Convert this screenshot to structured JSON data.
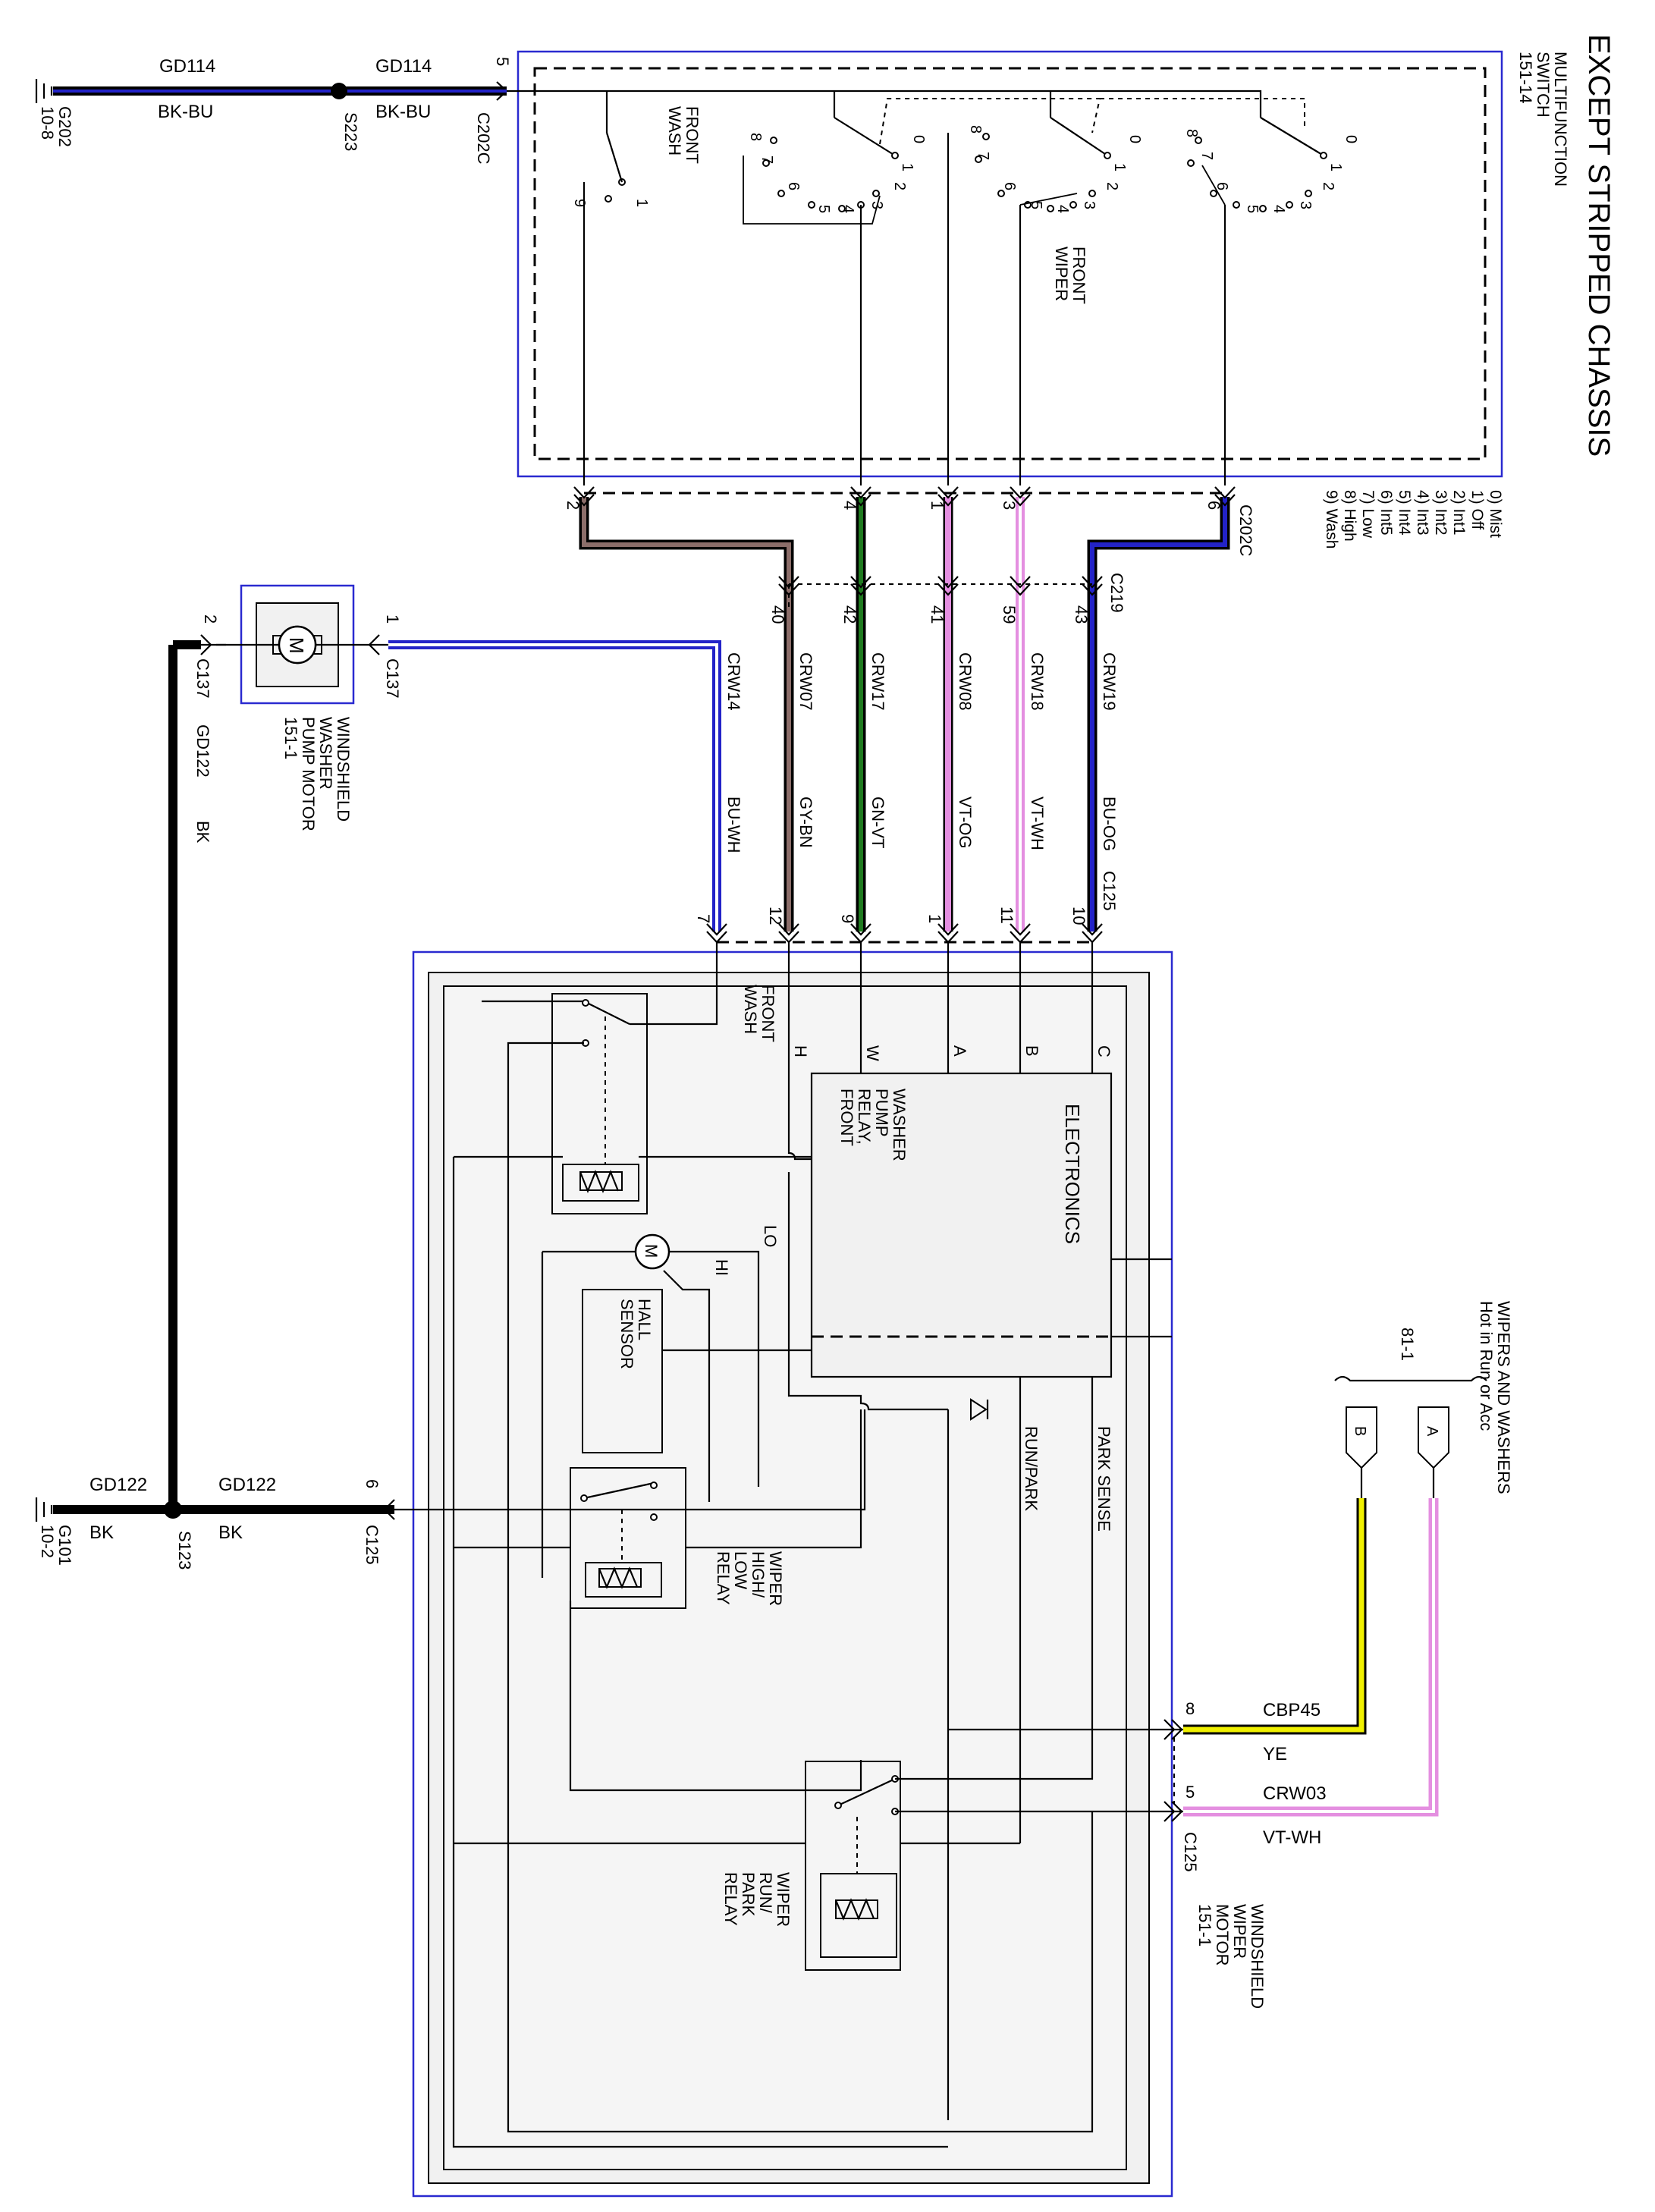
{
  "title": "EXCEPT STRIPPED CHASSIS",
  "multifunction_switch": {
    "name_lines": [
      "MULTIFUNCTION",
      "SWITCH",
      "151-14"
    ],
    "legend": [
      "0) Mist",
      "1) Off",
      "2) Int1",
      "3) Int2",
      "4) Int3",
      "5) Int4",
      "6) Int5",
      "7) Low",
      "8) High",
      "9) Wash"
    ],
    "front_wash": [
      "FRONT",
      "WASH"
    ],
    "front_wiper": [
      "FRONT",
      "WIPER"
    ],
    "connector": "C202C",
    "ground_pin": "5"
  },
  "ground_top": {
    "ground": "G202",
    "ground_ref": "10-8",
    "splice": "S223",
    "circuit_left": "GD114",
    "color_left": "BK-BU",
    "circuit_right": "GD114",
    "color_right": "BK-BU"
  },
  "inline_connector": "C219",
  "wires": [
    {
      "c202c_pin": "2",
      "c219_pin": "40",
      "circuit": "CRW07",
      "color": "GY-BN",
      "c125_pin": "12",
      "fill": "#8c6e6a"
    },
    {
      "c202c_pin": "4",
      "c219_pin": "42",
      "circuit": "CRW17",
      "color": "GN-VT",
      "c125_pin": "9",
      "fill": "#1f7a1f"
    },
    {
      "c202c_pin": "1",
      "c219_pin": "41",
      "circuit": "CRW08",
      "color": "VT-OG",
      "c125_pin": "1",
      "fill": "#e48fe0"
    },
    {
      "c202c_pin": "3",
      "c219_pin": "59",
      "circuit": "CRW18",
      "color": "VT-WH",
      "c125_pin": "11",
      "fill": "#e48fe0"
    },
    {
      "c202c_pin": "6",
      "c219_pin": "43",
      "circuit": "CRW19",
      "color": "BU-OG",
      "c125_pin": "10",
      "fill": "#2323c8"
    }
  ],
  "washer_wire": {
    "circuit": "CRW14",
    "color": "BU-WH",
    "c125_pin": "7",
    "fill": "#2323c8"
  },
  "pump_motor": {
    "name_lines": [
      "WINDSHIELD",
      "WASHER",
      "PUMP MOTOR",
      "151-1"
    ],
    "connector": "C137",
    "pin_left": "2",
    "pin_right": "1",
    "symbol": "M",
    "ground_circuit": "GD122",
    "ground_color": "BK"
  },
  "ground_bottom": {
    "ground": "G101",
    "ground_ref": "10-2",
    "splice": "S123",
    "circuit_left": "GD122",
    "color_left": "BK",
    "circuit_right": "GD122",
    "color_right": "BK",
    "connector": "C125",
    "pin": "6"
  },
  "wiper_motor": {
    "connector": "C125",
    "name_lines": [
      "WINDSHIELD",
      "WIPER",
      "MOTOR",
      "151-1"
    ],
    "electronics": "ELECTRONICS",
    "washer_relay": [
      "WASHER",
      "PUMP",
      "RELAY,",
      "FRONT"
    ],
    "front_wash": [
      "FRONT",
      "WASH"
    ],
    "terminals": [
      "H",
      "W",
      "A",
      "B",
      "C"
    ],
    "motor_symbol": "M",
    "lo": "LO",
    "hi": "HI",
    "hall_sensor": [
      "HALL",
      "SENSOR"
    ],
    "high_low_relay": [
      "WIPER",
      "HIGH/",
      "LOW",
      "RELAY"
    ],
    "run_park_relay": [
      "WIPER",
      "RUN/",
      "PARK",
      "RELAY"
    ],
    "run_park": "RUN/PARK",
    "park_sense": "PARK SENSE"
  },
  "power": {
    "title_lines": [
      "WIPERS AND WASHERS",
      "Hot in Run or Acc"
    ],
    "ref": "81-1",
    "pin_a": "A",
    "pin_b": "B",
    "wire_b": {
      "c125_pin": "8",
      "circuit": "CBP45",
      "color": "YE",
      "fill": "#f0f000"
    },
    "wire_a": {
      "c125_pin": "5",
      "circuit": "CRW03",
      "color": "VT-WH",
      "fill": "#e48fe0"
    }
  }
}
